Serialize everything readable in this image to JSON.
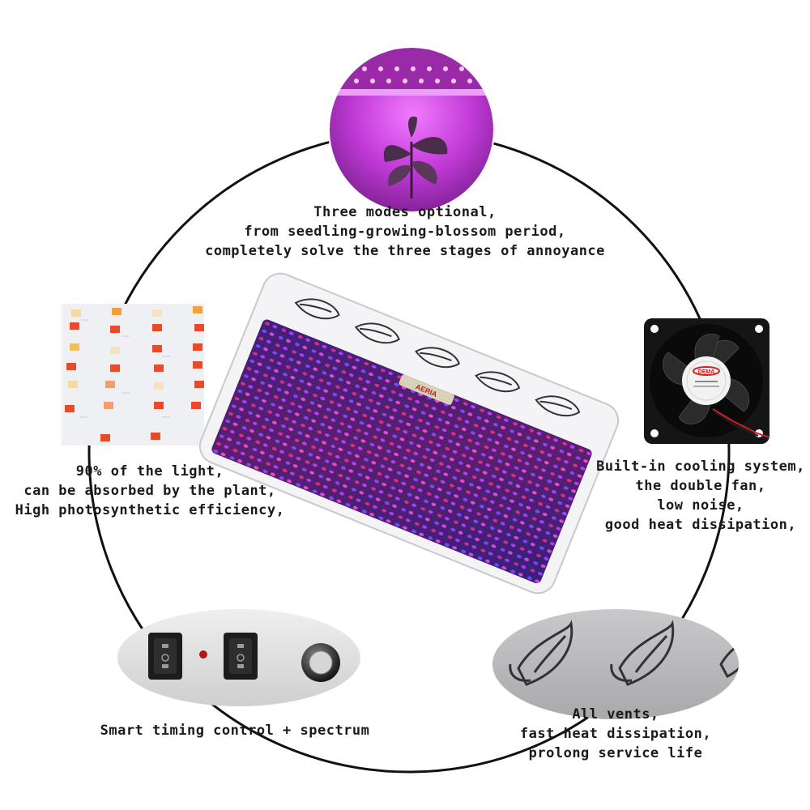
{
  "features": {
    "modes": {
      "lines": [
        "Three modes optional,",
        "from seedling-growing-blossom period,",
        "completely solve the three stages of annoyance"
      ]
    },
    "absorption": {
      "lines": [
        "90% of the light,",
        "can be absorbed by the plant,",
        "High photosynthetic efficiency,"
      ]
    },
    "cooling": {
      "lines": [
        "Built-in cooling system,",
        "the double fan,",
        "low noise,",
        "good heat dissipation,"
      ]
    },
    "timing": {
      "lines": [
        "Smart timing control + spectrum"
      ]
    },
    "vents": {
      "lines": [
        "All vents,",
        "fast heat dissipation,",
        "prolong service life"
      ]
    }
  },
  "product": {
    "label_text": "AERIA",
    "fan_label": "DEMA"
  },
  "colors": {
    "led_red": "#e8265a",
    "led_blue": "#6a4cff",
    "led_pink": "#ff4fd0",
    "panel_glow": "#b43cff",
    "housing": "#f4f4f6"
  }
}
